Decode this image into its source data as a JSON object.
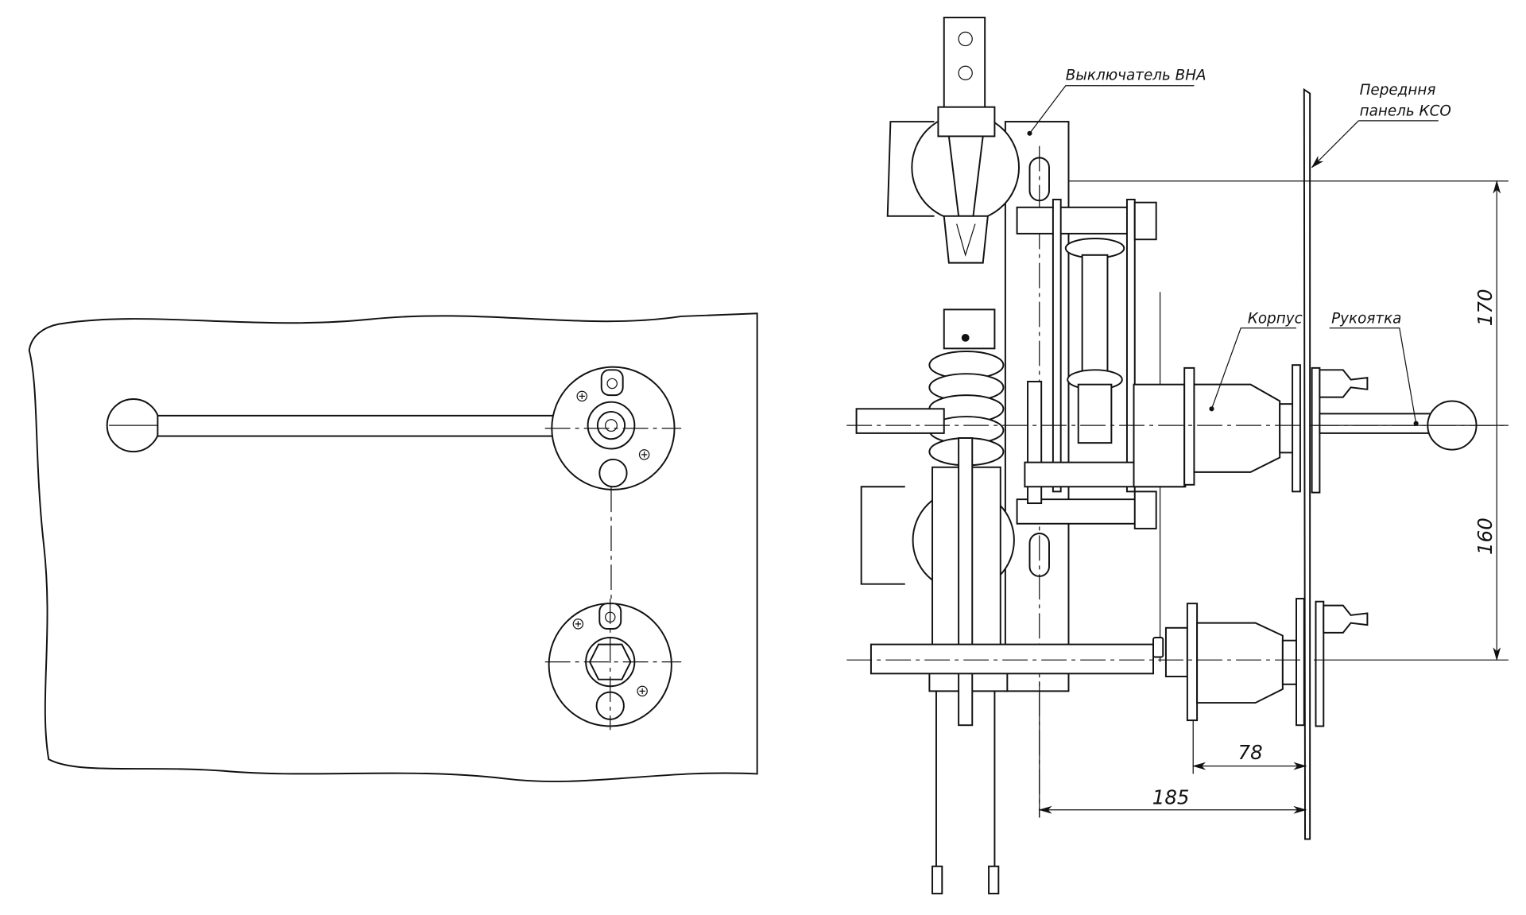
{
  "drawing": {
    "labels": {
      "switch": "Выключатель ВНА",
      "panel_line1": "Передння",
      "panel_line2": "панель КСО",
      "housing": "Корпус",
      "handle": "Рукоятка"
    },
    "dimensions": {
      "upper_vertical": "170",
      "lower_vertical": "160",
      "short_horizontal": "78",
      "long_horizontal": "185"
    }
  }
}
